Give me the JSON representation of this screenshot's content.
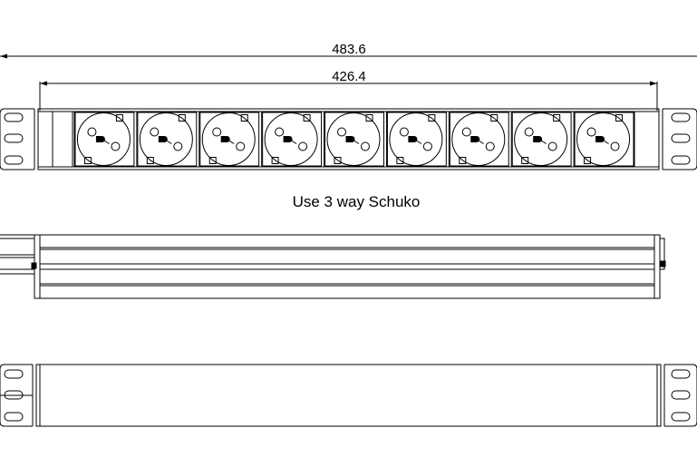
{
  "dimensions": {
    "overall_width": "483.6",
    "inner_width": "426.4"
  },
  "caption": "Use 3 way Schuko",
  "sockets": {
    "count": 9,
    "type": "schuko-socket-icon"
  },
  "colors": {
    "line": "#000000",
    "background": "#ffffff"
  }
}
